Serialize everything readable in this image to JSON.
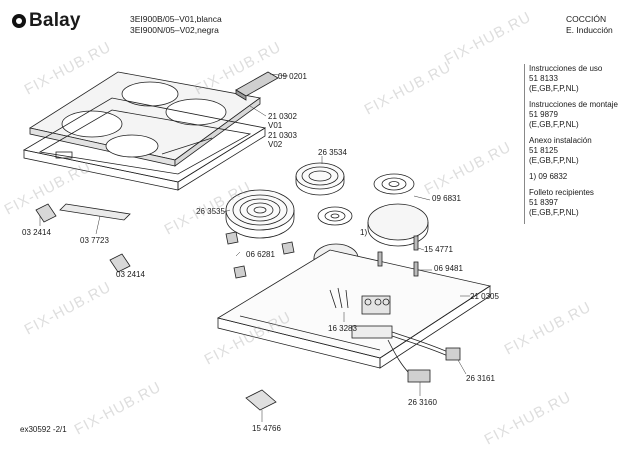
{
  "brand": "Balay",
  "models": {
    "line1": "3EI900B/05–V01,blanca",
    "line2": "3EI900N/05–V02,negra"
  },
  "category": {
    "line1": "COCCIÓN",
    "line2": "E. Inducción"
  },
  "documents": [
    {
      "title": "Instrucciones de uso",
      "number": "51 8133",
      "langs": "(E,GB,F,P,NL)"
    },
    {
      "title": "Instrucciones de montaje",
      "number": "51 9879",
      "langs": "(E,GB,F,P,NL)"
    },
    {
      "title": "Anexo instalación",
      "number": "51 8125",
      "langs": "(E,GB,F,P,NL)"
    },
    {
      "title": "1) 09 6832",
      "number": "",
      "langs": ""
    },
    {
      "title": "Folleto recipientes",
      "number": "51 8397",
      "langs": "(E,GB,F,P,NL)"
    }
  ],
  "parts": {
    "p090201": "09 0201",
    "p210302": "21 0302",
    "v01": "V01",
    "p210303": "21 0303",
    "v02": "V02",
    "p263534": "26 3534",
    "p096831": "09 6831",
    "p263535": "26 3535",
    "p032414a": "03 2414",
    "p037723": "03 7723",
    "p032414b": "03 2414",
    "p066281": "06 6281",
    "p154771": "15 4771",
    "p069481": "06 9481",
    "p210305": "21 0305",
    "p163283": "16 3283",
    "p263161": "26 3161",
    "p263160": "26 3160",
    "p154766": "15 4766",
    "callout1": "1)"
  },
  "footer_id": "ex30592 -2/1",
  "watermark": "FIX-HUB.RU"
}
